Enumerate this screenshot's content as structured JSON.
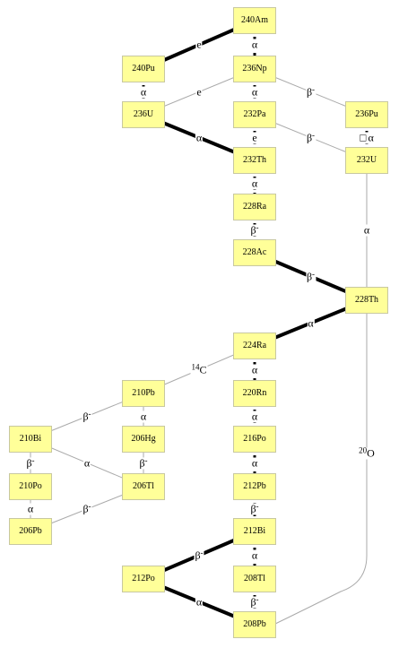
{
  "nodes": [
    {
      "id": "Am240",
      "mass": "240",
      "sym": "Am"
    },
    {
      "id": "Pu240",
      "mass": "240",
      "sym": "Pu"
    },
    {
      "id": "Np236",
      "mass": "236",
      "sym": "Np"
    },
    {
      "id": "U236",
      "mass": "236",
      "sym": "U"
    },
    {
      "id": "Pa232",
      "mass": "232",
      "sym": "Pa"
    },
    {
      "id": "Pu236",
      "mass": "236",
      "sym": "Pu"
    },
    {
      "id": "Th232",
      "mass": "232",
      "sym": "Th"
    },
    {
      "id": "U232",
      "mass": "232",
      "sym": "U"
    },
    {
      "id": "Ra228",
      "mass": "228",
      "sym": "Ra"
    },
    {
      "id": "Ac228",
      "mass": "228",
      "sym": "Ac"
    },
    {
      "id": "Th228",
      "mass": "228",
      "sym": "Th"
    },
    {
      "id": "Ra224",
      "mass": "224",
      "sym": "Ra"
    },
    {
      "id": "Pb210",
      "mass": "210",
      "sym": "Pb"
    },
    {
      "id": "Rn220",
      "mass": "220",
      "sym": "Rn"
    },
    {
      "id": "Bi210",
      "mass": "210",
      "sym": "Bi"
    },
    {
      "id": "Hg206",
      "mass": "206",
      "sym": "Hg"
    },
    {
      "id": "Po216",
      "mass": "216",
      "sym": "Po"
    },
    {
      "id": "Po210",
      "mass": "210",
      "sym": "Po"
    },
    {
      "id": "Tl206",
      "mass": "206",
      "sym": "Tl"
    },
    {
      "id": "Pb212",
      "mass": "212",
      "sym": "Pb"
    },
    {
      "id": "Pb206",
      "mass": "206",
      "sym": "Pb"
    },
    {
      "id": "Bi212",
      "mass": "212",
      "sym": "Bi"
    },
    {
      "id": "Po212",
      "mass": "212",
      "sym": "Po"
    },
    {
      "id": "Tl208",
      "mass": "208",
      "sym": "Tl"
    },
    {
      "id": "Pb208",
      "mass": "208",
      "sym": "Pb"
    }
  ],
  "edges": [
    {
      "from": "Pu240",
      "to": "Am240",
      "label": "e",
      "weight": "bold"
    },
    {
      "from": "Am240",
      "to": "Np236",
      "label": "α",
      "weight": "dotted"
    },
    {
      "from": "Pu240",
      "to": "U236",
      "label": "α",
      "weight": "dotted"
    },
    {
      "from": "U236",
      "to": "Np236",
      "label": "e",
      "weight": "thin"
    },
    {
      "from": "Np236",
      "to": "Pa232",
      "label": "α",
      "weight": "dotted"
    },
    {
      "from": "Np236",
      "to": "Pu236",
      "label": "β",
      "label_sup": "-",
      "weight": "thin"
    },
    {
      "from": "U236",
      "to": "Th232",
      "label": "α",
      "weight": "bold"
    },
    {
      "from": "Pa232",
      "to": "Th232",
      "label": "e",
      "weight": "dotted"
    },
    {
      "from": "Pa232",
      "to": "U232",
      "label": "β",
      "label_sup": "-",
      "weight": "thin"
    },
    {
      "from": "Pu236",
      "to": "U232",
      "label": "α",
      "weight": "dotted",
      "marker": "□"
    },
    {
      "from": "Th232",
      "to": "Ra228",
      "label": "α",
      "weight": "dotted"
    },
    {
      "from": "Ra228",
      "to": "Ac228",
      "label": "β",
      "label_sup": "-",
      "weight": "dotted"
    },
    {
      "from": "Ac228",
      "to": "Th228",
      "label": "β",
      "label_sup": "-",
      "weight": "bold"
    },
    {
      "from": "U232",
      "to": "Th228",
      "label": "α",
      "weight": "thin"
    },
    {
      "from": "Th228",
      "to": "Ra224",
      "label": "α",
      "weight": "bold"
    },
    {
      "from": "Ra224",
      "to": "Pb210",
      "label": "C",
      "label_pre": "14",
      "weight": "thin"
    },
    {
      "from": "Ra224",
      "to": "Rn220",
      "label": "α",
      "weight": "dotted"
    },
    {
      "from": "Pb210",
      "to": "Bi210",
      "label": "β",
      "label_sup": "-",
      "weight": "thin"
    },
    {
      "from": "Pb210",
      "to": "Hg206",
      "label": "α",
      "weight": "thin"
    },
    {
      "from": "Rn220",
      "to": "Po216",
      "label": "α",
      "weight": "dotted"
    },
    {
      "from": "Bi210",
      "to": "Po210",
      "label": "β",
      "label_sup": "-",
      "weight": "thin"
    },
    {
      "from": "Bi210",
      "to": "Tl206",
      "label": "α",
      "weight": "thin"
    },
    {
      "from": "Hg206",
      "to": "Tl206",
      "label": "β",
      "label_sup": "-",
      "weight": "thin"
    },
    {
      "from": "Po216",
      "to": "Pb212",
      "label": "α",
      "weight": "dotted"
    },
    {
      "from": "Po210",
      "to": "Pb206",
      "label": "α",
      "weight": "thin"
    },
    {
      "from": "Tl206",
      "to": "Pb206",
      "label": "β",
      "label_sup": "-",
      "weight": "thin"
    },
    {
      "from": "Pb212",
      "to": "Bi212",
      "label": "β",
      "label_sup": "-",
      "weight": "dotted"
    },
    {
      "from": "Bi212",
      "to": "Po212",
      "label": "β",
      "label_sup": "-",
      "weight": "bold"
    },
    {
      "from": "Bi212",
      "to": "Tl208",
      "label": "α",
      "weight": "dotted"
    },
    {
      "from": "Po212",
      "to": "Pb208",
      "label": "α",
      "weight": "bold"
    },
    {
      "from": "Tl208",
      "to": "Pb208",
      "label": "β",
      "label_sup": "-",
      "weight": "dotted"
    },
    {
      "from": "Th228",
      "to": "Pb208",
      "label": "O",
      "label_pre": "20",
      "weight": "thin"
    }
  ]
}
